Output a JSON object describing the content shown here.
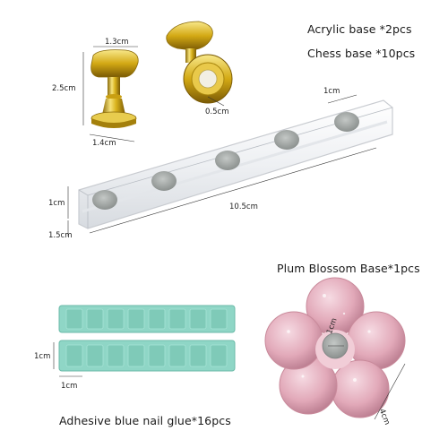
{
  "captions": {
    "acrylic": "Acrylic base *2pcs",
    "chess": "Chess base *10pcs",
    "plum": "Plum Blossom Base*1pcs",
    "glue": "Adhesive blue nail glue*16pcs"
  },
  "measurements": {
    "chess_top": "1.3cm",
    "chess_height": "2.5cm",
    "chess_bottom": "1.4cm",
    "magnet": "0.5cm",
    "bar_gap": "1cm",
    "bar_length": "10.5cm",
    "bar_height": "1cm",
    "bar_depth": "1.5cm",
    "glue_height": "1cm",
    "glue_width": "1cm",
    "plum_center": "1cm",
    "plum_size": "4cm"
  },
  "colors": {
    "gold": "#d9b21c",
    "gold_light": "#f6e27a",
    "gold_dark": "#8a6a08",
    "acrylic_edge": "#c9ccd1",
    "magnet": "#9ea3a3",
    "glue": "#8fd6c6",
    "glue_dark": "#6cbba9",
    "petal": "#e7b6c3",
    "petal_dark": "#c98a9b"
  },
  "icons": [
    "chess-base-photo",
    "chess-base-magnet-photo",
    "acrylic-bar-photo",
    "glue-strip-photo",
    "plum-blossom-photo"
  ]
}
